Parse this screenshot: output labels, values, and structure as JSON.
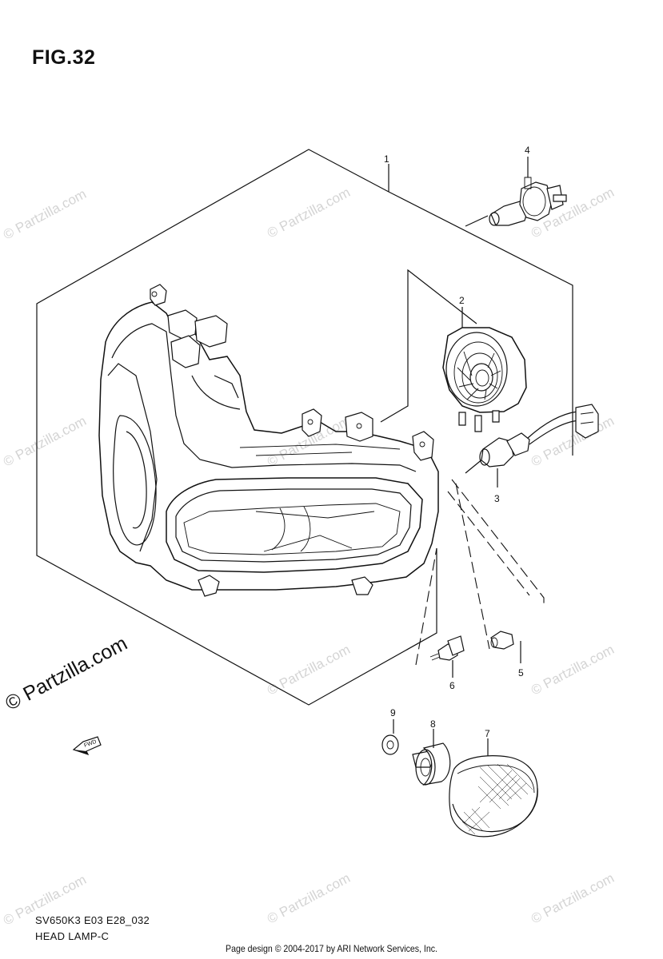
{
  "figure": {
    "title": "FIG.32",
    "model_code": "SV650K3 E03 E28_032",
    "section_name": "HEAD LAMP-C",
    "footer": "Page design © 2004-2017 by ARI Network Services, Inc.",
    "fwd_label": "FWD"
  },
  "watermark": {
    "large_text": "© Partzilla.com",
    "tile_text": "© Partzilla.com"
  },
  "callouts": [
    {
      "num": "1",
      "part": "headlamp-assembly"
    },
    {
      "num": "2",
      "part": "socket-cover"
    },
    {
      "num": "3",
      "part": "bulb-socket"
    },
    {
      "num": "4",
      "part": "headlamp-bulb"
    },
    {
      "num": "5",
      "part": "position-bulb"
    },
    {
      "num": "6",
      "part": "adjusting-screw"
    },
    {
      "num": "7",
      "part": "lens-cap"
    },
    {
      "num": "8",
      "part": "spacer"
    },
    {
      "num": "9",
      "part": "washer"
    }
  ],
  "colors": {
    "line": "#111111",
    "watermark": "#d4d4d4",
    "background": "#ffffff"
  }
}
